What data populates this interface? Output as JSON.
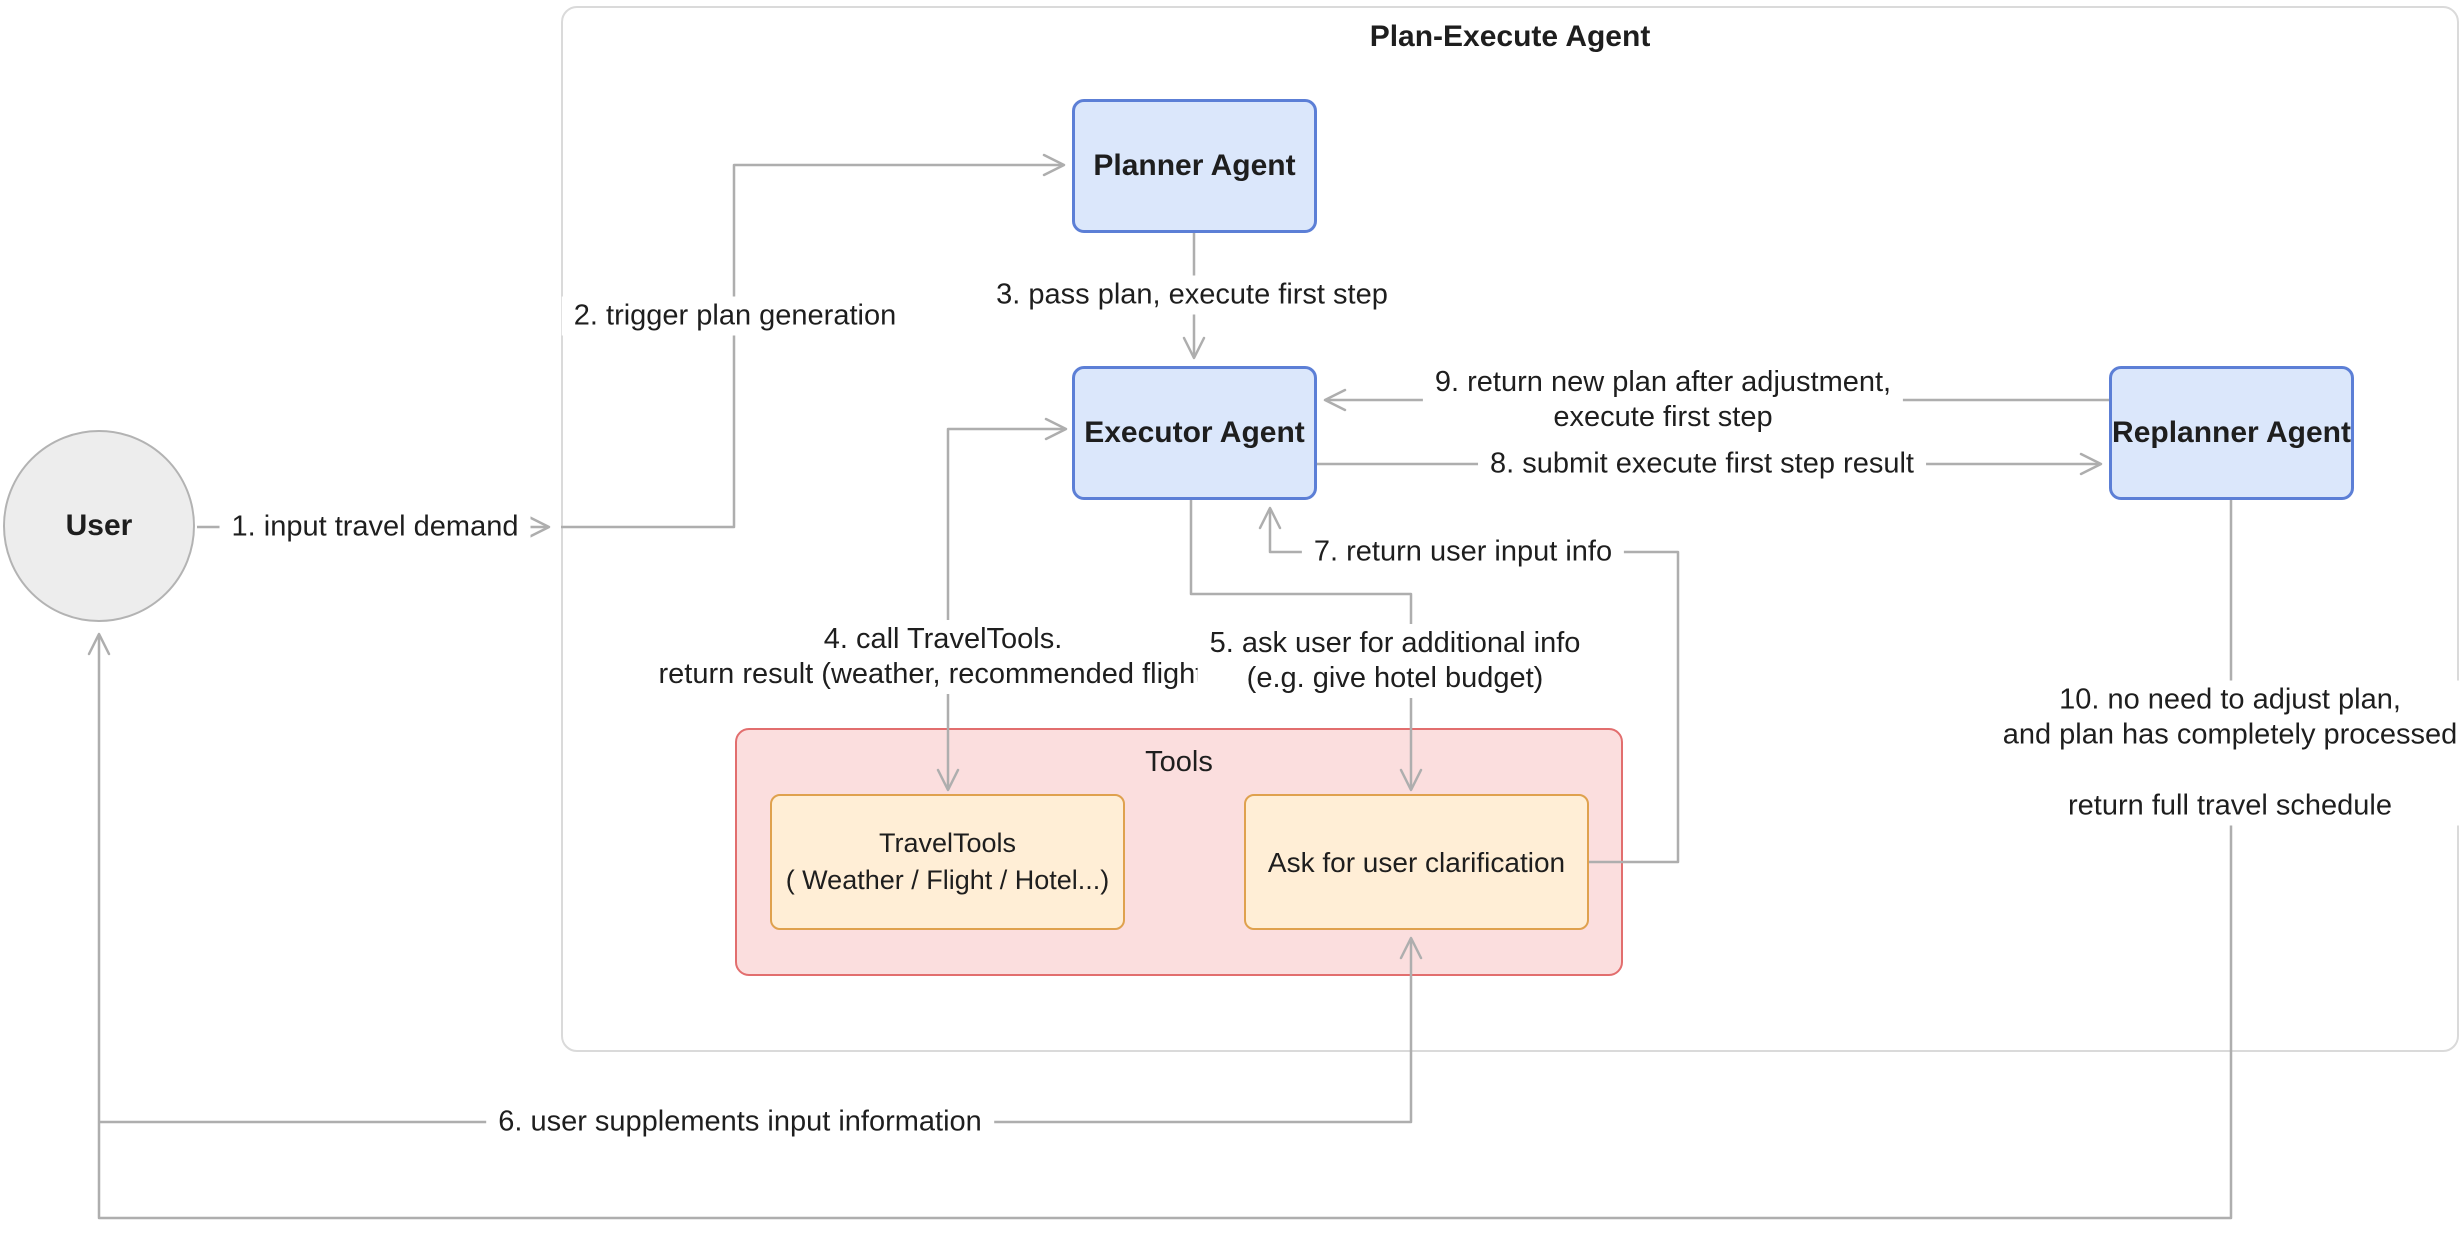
{
  "title": "Plan-Execute Agent",
  "nodes": {
    "user": "User",
    "planner": "Planner Agent",
    "executor": "Executor Agent",
    "replanner": "Replanner Agent",
    "tools_group": "Tools",
    "travel_tools_line1": "TravelTools",
    "travel_tools_line2": "( Weather / Flight / Hotel...)",
    "ask_clarification": "Ask for user clarification"
  },
  "edges": {
    "e1": "1. input travel demand",
    "e2": "2. trigger plan generation",
    "e3": "3. pass plan, execute first step",
    "e4_line1": "4. call TravelTools.",
    "e4_line2": "return result (weather, recommended flights)",
    "e5_line1": "5. ask user for additional info",
    "e5_line2": "(e.g. give hotel budget)",
    "e6": "6. user supplements input information",
    "e7": "7. return user input info",
    "e8": "8. submit execute first step result",
    "e9_line1": "9. return new plan after adjustment,",
    "e9_line2": "execute first step",
    "e10_line1": "10. no need to adjust plan,",
    "e10_line2": "and plan has completely processed",
    "e10_line3": "return full travel schedule"
  },
  "colors": {
    "agent_fill": "#dbe7fb",
    "agent_border": "#5c7fd6",
    "tools_fill": "#fbdede",
    "tools_border": "#e26e6e",
    "tool_fill": "#ffeed6",
    "tool_border": "#dfa14e",
    "user_fill": "#ededed",
    "user_border": "#b3b3b3",
    "connector": "#aeaeae"
  }
}
